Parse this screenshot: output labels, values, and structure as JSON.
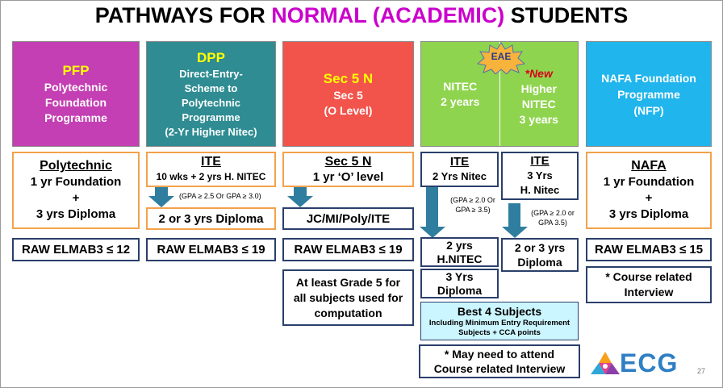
{
  "title": {
    "part1": "PATHWAYS FOR ",
    "part2": "NORMAL (ACADEMIC)",
    "part3": " STUDENTS"
  },
  "columns": {
    "pfp": {
      "header_abbr": "PFP",
      "header_lines": [
        "Polytechnic",
        "Foundation",
        "Programme"
      ],
      "pathway_title": "Polytechnic",
      "pathway_lines": [
        "1 yr Foundation",
        "+",
        "3 yrs Diploma"
      ],
      "raw": "RAW ELMAB3 ≤ 12"
    },
    "dpp": {
      "header_abbr": "DPP",
      "header_lines": [
        "Direct-Entry-",
        "Scheme to",
        "Polytechnic",
        "Programme",
        "(2-Yr Higher Nitec)"
      ],
      "pathway_title": "ITE",
      "pathway_line": "10 wks + 2 yrs H. NITEC",
      "gpa_note": "(GPA ≥ 2.5 Or GPA ≥ 3.0)",
      "result": "2 or 3 yrs Diploma",
      "raw": "RAW ELMAB3 ≤ 19"
    },
    "sec5n": {
      "header_title": "Sec 5 N",
      "header_lines": [
        "Sec 5",
        "(O Level)"
      ],
      "pathway_title": "Sec 5 N",
      "pathway_line": "1 yr ‘O’ level",
      "result": "JC/MI/Poly/ITE",
      "raw": "RAW ELMAB3 ≤ 19",
      "note_lines": [
        "At least Grade 5 for",
        "all subjects used for",
        "computation"
      ]
    },
    "nitec": {
      "eae_badge": "EAE",
      "header_left_lines": [
        "NITEC",
        "2 years"
      ],
      "header_right_new": "*New",
      "header_right_lines": [
        "Higher",
        "NITEC",
        "3 years"
      ],
      "left_title": "ITE",
      "left_line": "2 Yrs Nitec",
      "left_gpa_lines": [
        "(GPA ≥ 2.0 Or",
        "GPA ≥ 3.5)"
      ],
      "right_title": "ITE",
      "right_lines": [
        "3 Yrs",
        "H. Nitec"
      ],
      "right_gpa_lines": [
        "(GPA ≥ 2.0 or",
        "GPA 3.5)"
      ],
      "result_left_top": [
        "2 yrs",
        "H.NITEC"
      ],
      "result_left_bottom": [
        "3 Yrs",
        "Diploma"
      ],
      "result_right": [
        "2 or 3 yrs",
        "Diploma"
      ],
      "best4_title": "Best 4 Subjects",
      "best4_lines": [
        "Including Minimum Entry Requirement",
        "Subjects + CCA points"
      ],
      "interview_lines": [
        "* May need to attend",
        "Course related Interview"
      ]
    },
    "nafa": {
      "header_lines": [
        "NAFA Foundation",
        "Programme",
        "(NFP)"
      ],
      "pathway_title": "NAFA",
      "pathway_lines": [
        "1 yr Foundation",
        "+",
        "3 yrs Diploma"
      ],
      "raw": "RAW ELMAB3 ≤ 15",
      "note_lines": [
        "* Course related",
        "Interview"
      ]
    }
  },
  "footer": {
    "logo_text": "ECG",
    "page_number": "27"
  },
  "colors": {
    "title_accent": "#cc00cc",
    "pfp": "#c43fb3",
    "dpp": "#2e8c92",
    "sec5n": "#f2544c",
    "nitec": "#8fd44e",
    "nafa": "#20b5ec",
    "arrow": "#2f7ea0",
    "box_orange": "#f3a24b",
    "box_navy": "#2a3f6b"
  }
}
